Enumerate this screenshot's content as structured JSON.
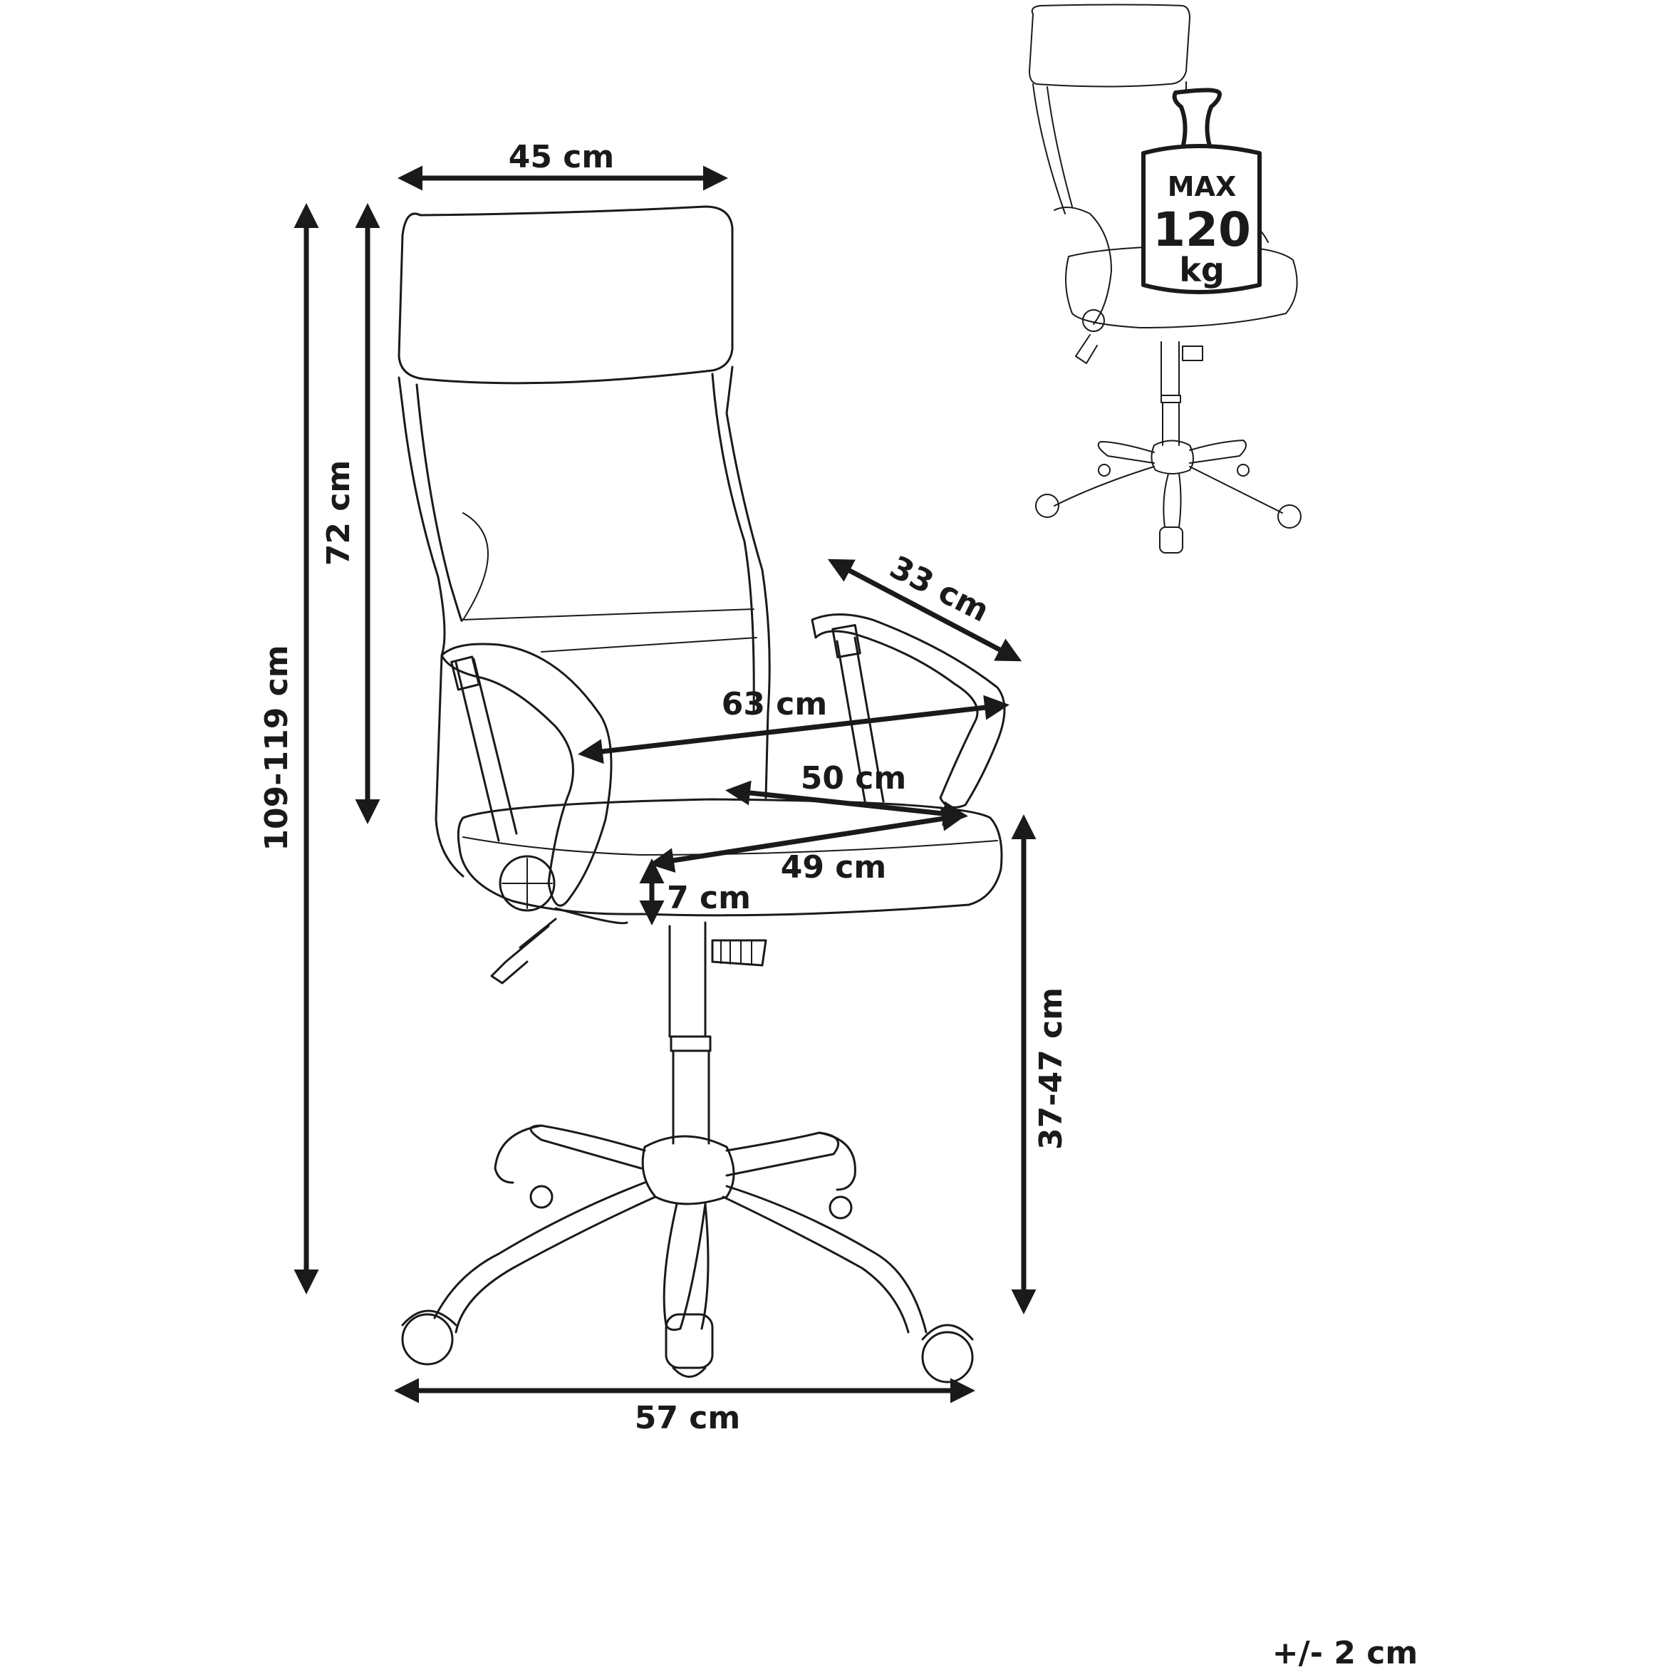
{
  "dimensions": {
    "top_width": "45 cm",
    "total_height": "109-119 cm",
    "backrest_height": "72 cm",
    "armrest_depth": "33 cm",
    "armrest_width": "63 cm",
    "seat_width": "50 cm",
    "seat_depth": "49 cm",
    "seat_thickness": "7 cm",
    "seat_height": "37-47 cm",
    "base_width": "57 cm"
  },
  "weight_badge": {
    "top": "MAX",
    "value": "120",
    "unit": "kg"
  },
  "tolerance": "+/- 2 cm",
  "icons": {
    "main": "office-chair-line-drawing",
    "thumb": "office-chair-thumbnail",
    "weight": "weight-icon"
  }
}
